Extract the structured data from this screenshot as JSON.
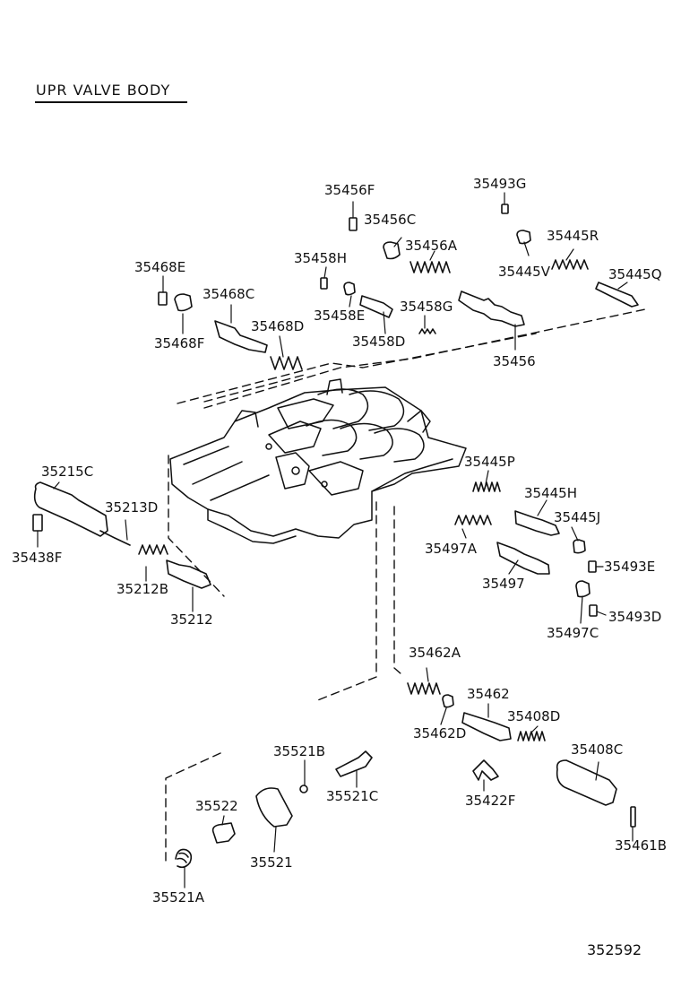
{
  "title": "UPR VALVE BODY",
  "figure_number": "352592",
  "parts": [
    "35456F",
    "35456C",
    "35456A",
    "35493G",
    "35445R",
    "35445V",
    "35445Q",
    "35468E",
    "35468C",
    "35468F",
    "35468D",
    "35458H",
    "35458E",
    "35458D",
    "35458G",
    "35456",
    "35215C",
    "35213D",
    "35438F",
    "35212B",
    "35212",
    "35445P",
    "35445H",
    "35445J",
    "35493E",
    "35497A",
    "35497",
    "35493D",
    "35497C",
    "35462A",
    "35462",
    "35462D",
    "35408D",
    "35408C",
    "35422F",
    "35461B",
    "35521B",
    "35521C",
    "35522",
    "35521",
    "35521A"
  ]
}
